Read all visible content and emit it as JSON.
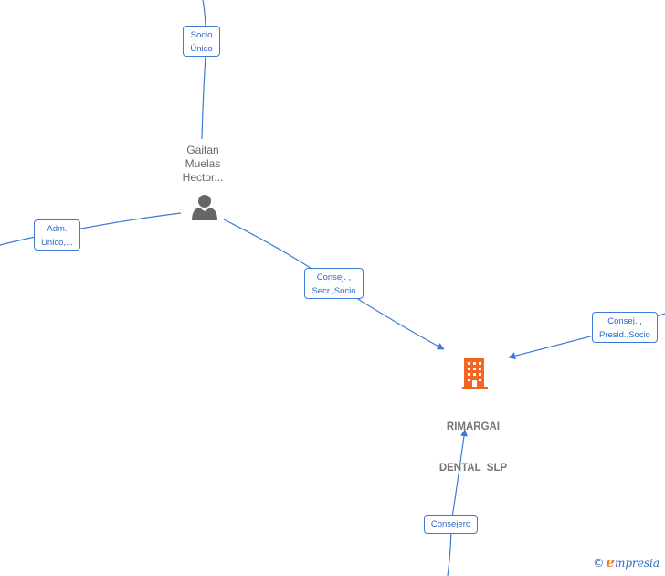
{
  "nodes": {
    "person": {
      "name_lines": [
        "Gaitan",
        "Muelas",
        "Hector..."
      ],
      "icon": "person-icon"
    },
    "company": {
      "name_lines": [
        "RIMARGAI",
        "DENTAL  SLP"
      ],
      "icon": "building-icon",
      "icon_color": "#f26522"
    }
  },
  "edges": {
    "socio_unico": {
      "lines": [
        "Socio",
        "Único"
      ]
    },
    "adm_unico": {
      "lines": [
        "Adm.",
        "Unico,..."
      ]
    },
    "consej_secr": {
      "lines": [
        "Consej. ,",
        "Secr.,Socio"
      ]
    },
    "consej_presid": {
      "lines": [
        "Consej. ,",
        "Presid.,Socio"
      ]
    },
    "consejero": {
      "lines": [
        "Consejero"
      ]
    }
  },
  "colors": {
    "edge": "#3a7bd5",
    "company_icon": "#f26522",
    "person_icon": "#666666"
  },
  "watermark": {
    "symbol": "©",
    "brand_initial": "e",
    "brand_rest": "mpresia"
  }
}
